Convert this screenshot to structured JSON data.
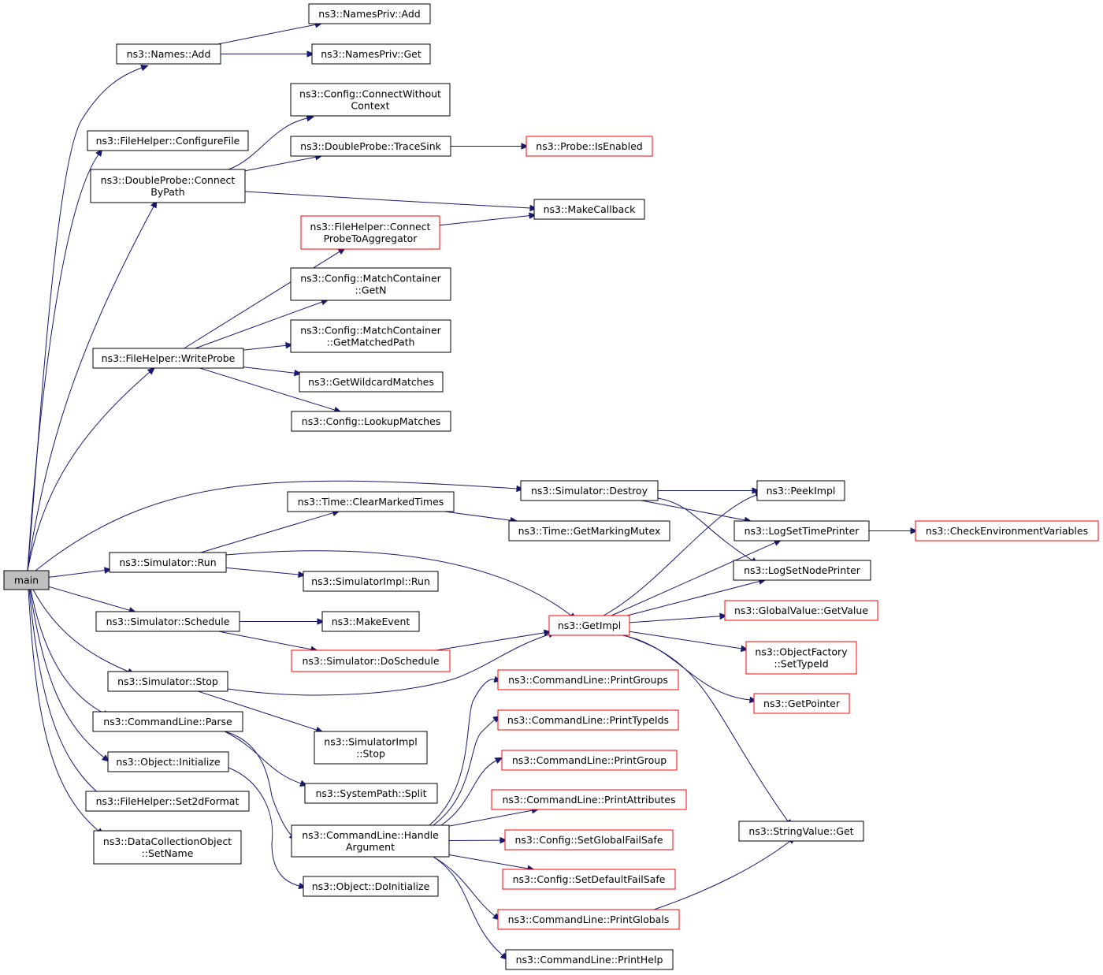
{
  "nodes": {
    "main": [
      "main"
    ],
    "names_add": [
      "ns3::Names::Add"
    ],
    "namespriv_add": [
      "ns3::NamesPriv::Add"
    ],
    "namespriv_get": [
      "ns3::NamesPriv::Get"
    ],
    "filehelper_configurefile": [
      "ns3::FileHelper::ConfigureFile"
    ],
    "doubleprobe_connectbypath": [
      "ns3::DoubleProbe::Connect",
      "ByPath"
    ],
    "config_connectwithoutcontext": [
      "ns3::Config::ConnectWithout",
      "Context"
    ],
    "doubleprobe_tracesink": [
      "ns3::DoubleProbe::TraceSink"
    ],
    "probe_isenabled": [
      "ns3::Probe::IsEnabled"
    ],
    "makecallback": [
      "ns3::MakeCallback"
    ],
    "filehelper_connectprobetoaggregator": [
      "ns3::FileHelper::Connect",
      "ProbeToAggregator"
    ],
    "config_matchcontainer_getn": [
      "ns3::Config::MatchContainer",
      "::GetN"
    ],
    "config_matchcontainer_getmatchedpath": [
      "ns3::Config::MatchContainer",
      "::GetMatchedPath"
    ],
    "filehelper_writeprobe": [
      "ns3::FileHelper::WriteProbe"
    ],
    "getwildcardmatches": [
      "ns3::GetWildcardMatches"
    ],
    "config_lookupmatches": [
      "ns3::Config::LookupMatches"
    ],
    "simulator_destroy": [
      "ns3::Simulator::Destroy"
    ],
    "peekimpl": [
      "ns3::PeekImpl"
    ],
    "time_clearmarkedtimes": [
      "ns3::Time::ClearMarkedTimes"
    ],
    "time_getmarkingmutex": [
      "ns3::Time::GetMarkingMutex"
    ],
    "logsettimeprinter": [
      "ns3::LogSetTimePrinter"
    ],
    "checkenvironmentvariables": [
      "ns3::CheckEnvironmentVariables"
    ],
    "simulator_run": [
      "ns3::Simulator::Run"
    ],
    "lognodeprinter": [
      "ns3::LogSetNodePrinter"
    ],
    "simulatorimpl_run": [
      "ns3::SimulatorImpl::Run"
    ],
    "simulator_schedule": [
      "ns3::Simulator::Schedule"
    ],
    "makeevent": [
      "ns3::MakeEvent"
    ],
    "getimpl": [
      "ns3::GetImpl"
    ],
    "globalvalue_getvalue": [
      "ns3::GlobalValue::GetValue"
    ],
    "simulator_doschedule": [
      "ns3::Simulator::DoSchedule"
    ],
    "objectfactory_settypeid": [
      "ns3::ObjectFactory",
      "::SetTypeId"
    ],
    "simulator_stop": [
      "ns3::Simulator::Stop"
    ],
    "commandline_printgroups": [
      "ns3::CommandLine::PrintGroups"
    ],
    "getpointer": [
      "ns3::GetPointer"
    ],
    "commandline_parse": [
      "ns3::CommandLine::Parse"
    ],
    "commandline_printtypeids": [
      "ns3::CommandLine::PrintTypeIds"
    ],
    "simulatorimpl_stop": [
      "ns3::SimulatorImpl",
      "::Stop"
    ],
    "object_initialize": [
      "ns3::Object::Initialize"
    ],
    "commandline_printgroup": [
      "ns3::CommandLine::PrintGroup"
    ],
    "systempath_split": [
      "ns3::SystemPath::Split"
    ],
    "filehelper_set2dformat": [
      "ns3::FileHelper::Set2dFormat"
    ],
    "commandline_printattributes": [
      "ns3::CommandLine::PrintAttributes"
    ],
    "commandline_handleargument": [
      "ns3::CommandLine::Handle",
      "Argument"
    ],
    "config_setglobalfailsafe": [
      "ns3::Config::SetGlobalFailSafe"
    ],
    "stringvalue_get": [
      "ns3::StringValue::Get"
    ],
    "datacollectionobject_setname": [
      "ns3::DataCollectionObject",
      "::SetName"
    ],
    "config_setdefaultfailsafe": [
      "ns3::Config::SetDefaultFailSafe"
    ],
    "object_doinitialize": [
      "ns3::Object::DoInitialize"
    ],
    "commandline_printglobals": [
      "ns3::CommandLine::PrintGlobals"
    ],
    "commandline_printhelp": [
      "ns3::CommandLine::PrintHelp"
    ]
  },
  "truncated_nodes": [
    "probe_isenabled",
    "filehelper_connectprobetoaggregator",
    "checkenvironmentvariables",
    "getimpl",
    "globalvalue_getvalue",
    "simulator_doschedule",
    "objectfactory_settypeid",
    "commandline_printgroups",
    "getpointer",
    "commandline_printtypeids",
    "commandline_printgroup",
    "commandline_printattributes",
    "config_setglobalfailsafe",
    "config_setdefaultfailsafe",
    "commandline_printglobals"
  ],
  "root_node": "main",
  "colors": {
    "edge": "#191970",
    "normal_border": "#000000",
    "truncated_border": "#ff0000",
    "root_fill": "#bfbfbf",
    "node_fill": "#ffffff"
  },
  "edges": [
    [
      "main",
      "names_add"
    ],
    [
      "names_add",
      "namespriv_add"
    ],
    [
      "names_add",
      "namespriv_get"
    ],
    [
      "main",
      "filehelper_configurefile"
    ],
    [
      "main",
      "doubleprobe_connectbypath"
    ],
    [
      "doubleprobe_connectbypath",
      "config_connectwithoutcontext"
    ],
    [
      "doubleprobe_connectbypath",
      "doubleprobe_tracesink"
    ],
    [
      "doubleprobe_connectbypath",
      "makecallback"
    ],
    [
      "doubleprobe_tracesink",
      "probe_isenabled"
    ],
    [
      "main",
      "filehelper_writeprobe"
    ],
    [
      "filehelper_writeprobe",
      "filehelper_connectprobetoaggregator"
    ],
    [
      "filehelper_connectprobetoaggregator",
      "makecallback"
    ],
    [
      "filehelper_writeprobe",
      "config_matchcontainer_getn"
    ],
    [
      "filehelper_writeprobe",
      "config_matchcontainer_getmatchedpath"
    ],
    [
      "filehelper_writeprobe",
      "getwildcardmatches"
    ],
    [
      "filehelper_writeprobe",
      "config_lookupmatches"
    ],
    [
      "main",
      "simulator_destroy"
    ],
    [
      "simulator_destroy",
      "peekimpl"
    ],
    [
      "simulator_destroy",
      "logsettimeprinter"
    ],
    [
      "simulator_destroy",
      "lognodeprinter"
    ],
    [
      "logsettimeprinter",
      "checkenvironmentvariables"
    ],
    [
      "main",
      "simulator_run"
    ],
    [
      "simulator_run",
      "time_clearmarkedtimes"
    ],
    [
      "time_clearmarkedtimes",
      "time_getmarkingmutex"
    ],
    [
      "simulator_run",
      "simulatorimpl_run"
    ],
    [
      "simulator_run",
      "getimpl"
    ],
    [
      "main",
      "simulator_schedule"
    ],
    [
      "simulator_schedule",
      "makeevent"
    ],
    [
      "simulator_schedule",
      "simulator_doschedule"
    ],
    [
      "simulator_doschedule",
      "getimpl"
    ],
    [
      "main",
      "simulator_stop"
    ],
    [
      "simulator_stop",
      "getimpl"
    ],
    [
      "simulator_stop",
      "simulatorimpl_stop"
    ],
    [
      "getimpl",
      "peekimpl"
    ],
    [
      "getimpl",
      "logsettimeprinter"
    ],
    [
      "getimpl",
      "lognodeprinter"
    ],
    [
      "getimpl",
      "globalvalue_getvalue"
    ],
    [
      "getimpl",
      "objectfactory_settypeid"
    ],
    [
      "getimpl",
      "getpointer"
    ],
    [
      "getimpl",
      "stringvalue_get"
    ],
    [
      "main",
      "commandline_parse"
    ],
    [
      "commandline_parse",
      "systempath_split"
    ],
    [
      "commandline_parse",
      "commandline_handleargument"
    ],
    [
      "main",
      "object_initialize"
    ],
    [
      "object_initialize",
      "object_doinitialize"
    ],
    [
      "main",
      "filehelper_set2dformat"
    ],
    [
      "main",
      "datacollectionobject_setname"
    ],
    [
      "commandline_handleargument",
      "commandline_printgroups"
    ],
    [
      "commandline_handleargument",
      "commandline_printtypeids"
    ],
    [
      "commandline_handleargument",
      "commandline_printgroup"
    ],
    [
      "commandline_handleargument",
      "commandline_printattributes"
    ],
    [
      "commandline_handleargument",
      "config_setglobalfailsafe"
    ],
    [
      "commandline_handleargument",
      "config_setdefaultfailsafe"
    ],
    [
      "commandline_handleargument",
      "commandline_printglobals"
    ],
    [
      "commandline_handleargument",
      "commandline_printhelp"
    ],
    [
      "commandline_printglobals",
      "stringvalue_get"
    ]
  ]
}
